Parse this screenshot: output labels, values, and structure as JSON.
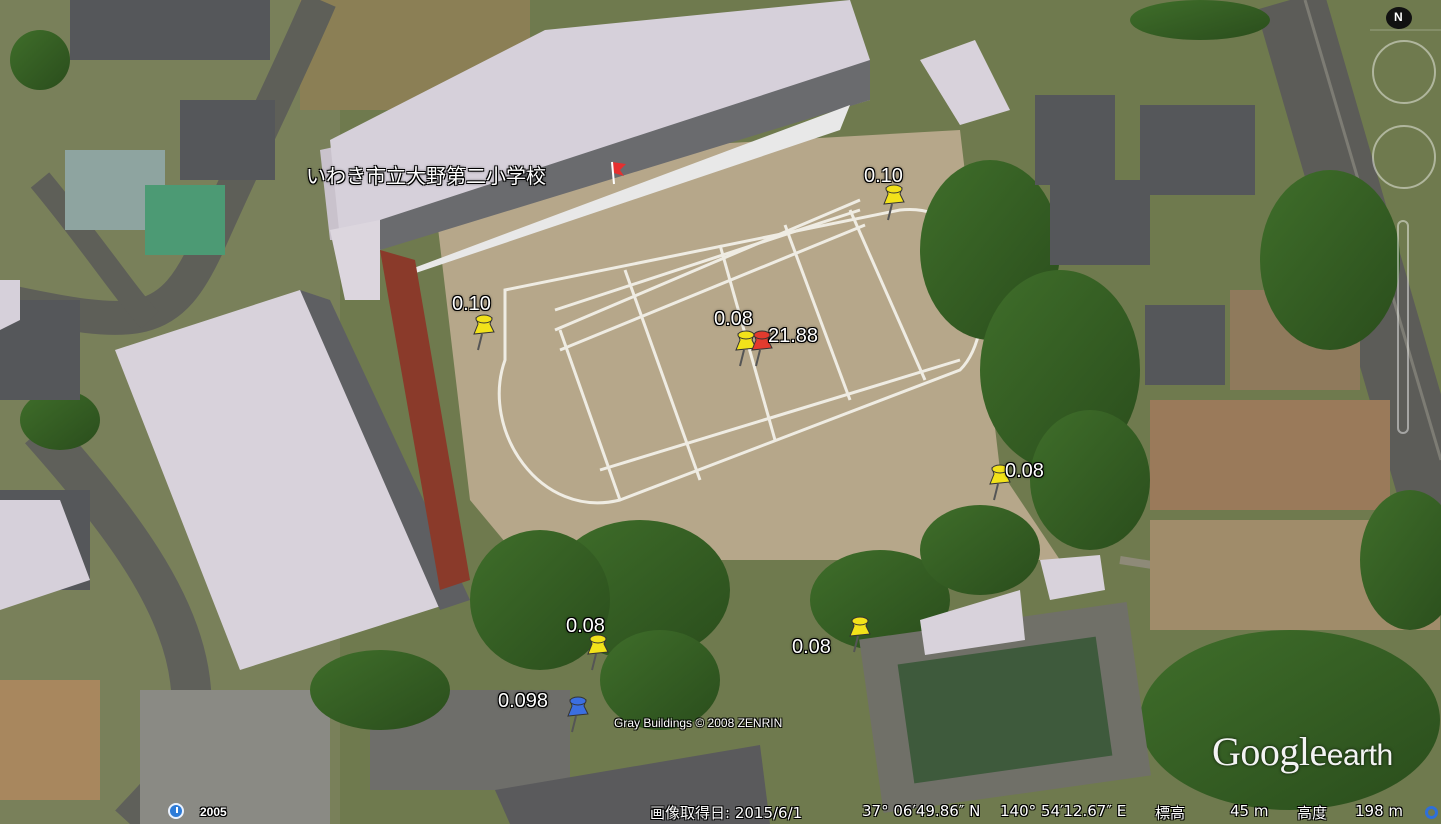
{
  "map": {
    "place_label": "いわき市立大野第二小学校",
    "copyright": "Gray Buildings © 2008 ZENRIN",
    "brand": {
      "main": "Google",
      "sub": "earth"
    },
    "compass_label": "N",
    "historical_year": "2005",
    "status": {
      "capture_date": "画像取得日: 2015/6/1",
      "latitude": "37° 06′49.86″ N",
      "longitude": "140° 54′12.67″ E",
      "elevation_label": "標高",
      "elevation_value": "45 m",
      "altitude_label": "高度",
      "altitude_value": "198 m"
    },
    "markers": [
      {
        "label": "0.10",
        "color": "#f2e21a"
      },
      {
        "label": "0.10",
        "color": "#f2e21a"
      },
      {
        "label": "0.08",
        "color": "#f2e21a"
      },
      {
        "label": "21.88",
        "color": "#e23b2e"
      },
      {
        "label": "0.08",
        "color": "#f2e21a"
      },
      {
        "label": "0.08",
        "color": "#f2e21a"
      },
      {
        "label": "0.08",
        "color": "#f2e21a"
      },
      {
        "label": "0.098",
        "color": "#3b6fe0"
      }
    ]
  }
}
